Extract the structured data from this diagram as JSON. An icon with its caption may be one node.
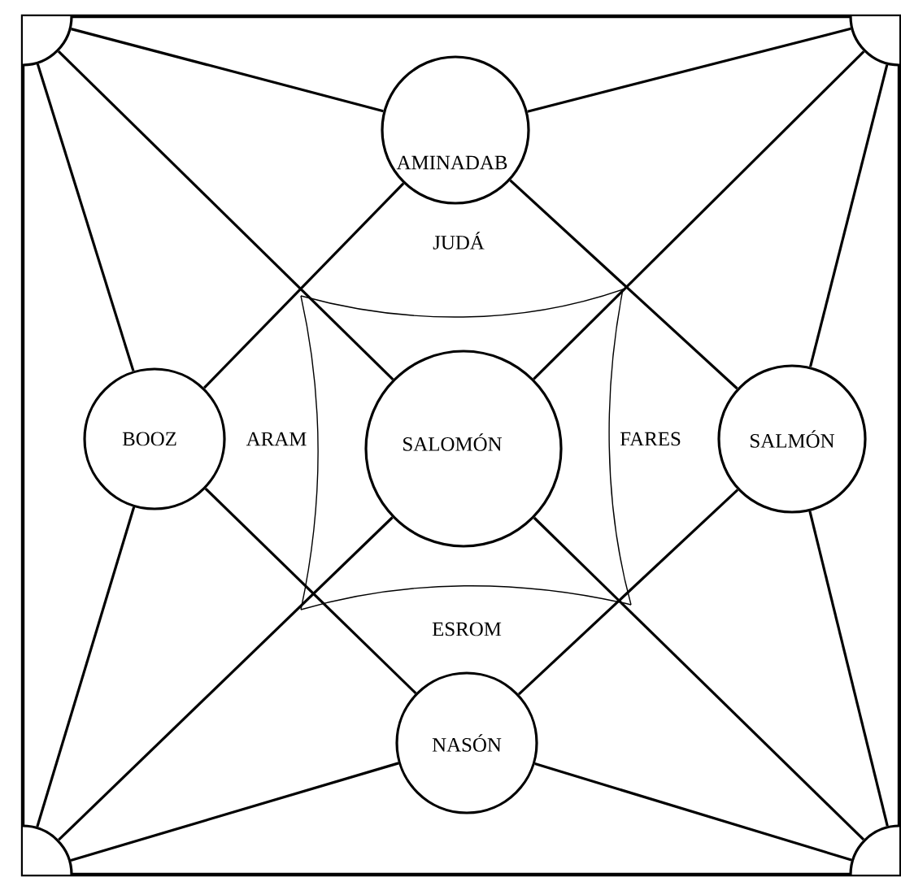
{
  "diagram": {
    "nodes": [
      {
        "text": [],
        "shape": "circle"
      },
      {
        "text": [
          "AMINADAB"
        ]
      },
      {
        "text": [],
        "shape": "circle"
      },
      {
        "text": [
          "BOOZ"
        ]
      },
      {
        "text": [
          "SALOMÓN"
        ]
      },
      {
        "text": [
          "SALMÓN"
        ]
      },
      {
        "text": [],
        "shape": "circle"
      },
      {
        "text": [
          "NASÓN"
        ]
      },
      {
        "text": [],
        "shape": "circle"
      }
    ],
    "edges": [
      {
        "from": 0,
        "to": 1,
        "arrow": "none"
      },
      {
        "from": 0,
        "to": 3,
        "arrow": "none"
      },
      {
        "from": 0,
        "to": 4,
        "arrow": "none"
      },
      {
        "from": 2,
        "to": 1,
        "arrow": "none"
      },
      {
        "from": 2,
        "to": 5,
        "arrow": "none"
      },
      {
        "from": 2,
        "to": 4,
        "arrow": "none"
      },
      {
        "from": 6,
        "to": 3,
        "arrow": "none"
      },
      {
        "from": 6,
        "to": 7,
        "arrow": "none"
      },
      {
        "from": 6,
        "to": 4,
        "arrow": "none"
      },
      {
        "from": 8,
        "to": 7,
        "arrow": "none"
      },
      {
        "from": 8,
        "to": 5,
        "arrow": "none"
      },
      {
        "from": 8,
        "to": 4,
        "arrow": "none"
      },
      {
        "from": 1,
        "to": 3,
        "arrow": "none"
      },
      {
        "from": 1,
        "to": 5,
        "arrow": "none"
      },
      {
        "from": 3,
        "to": 7,
        "arrow": "none"
      },
      {
        "from": 5,
        "to": 7,
        "arrow": "none"
      }
    ],
    "labels": [
      "JUDÁ",
      "ARAM",
      "FARES",
      "ESROM"
    ]
  }
}
